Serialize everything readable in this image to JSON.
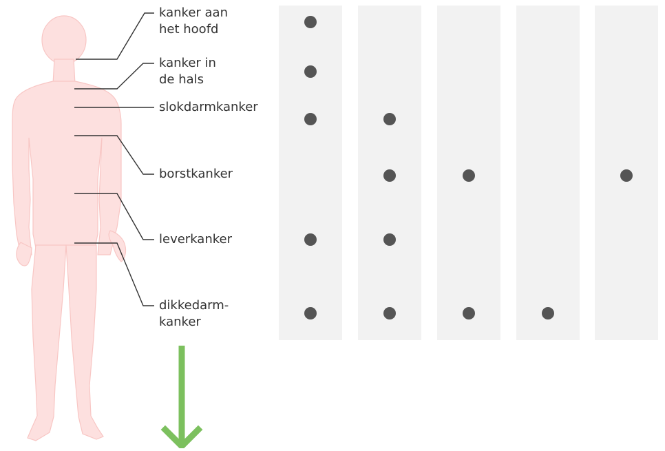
{
  "colors": {
    "body_fill": "#fde0df",
    "body_stroke": "#f8c6c4",
    "column_fill": "#f2f2f2",
    "dot": "#555555",
    "leader_line": "#333333",
    "arrow": "#7cc05e"
  },
  "icons": {
    "figure": "human-body-silhouette",
    "arrow": "down-arrow"
  },
  "labels": [
    {
      "key": "head",
      "lines": [
        "kanker aan",
        "het hoofd"
      ]
    },
    {
      "key": "neck",
      "lines": [
        "kanker in",
        "de hals"
      ]
    },
    {
      "key": "esophagus",
      "lines": [
        "slokdarmkanker"
      ]
    },
    {
      "key": "breast",
      "lines": [
        "borstkanker"
      ]
    },
    {
      "key": "liver",
      "lines": [
        "leverkanker"
      ]
    },
    {
      "key": "colon",
      "lines": [
        "dikkedarm-",
        "kanker"
      ]
    }
  ],
  "matrix": {
    "column_count": 5,
    "rows": [
      "head",
      "neck",
      "esophagus",
      "breast",
      "liver",
      "colon"
    ],
    "marks": [
      [
        true,
        false,
        false,
        false,
        false
      ],
      [
        true,
        false,
        false,
        false,
        false
      ],
      [
        true,
        true,
        false,
        false,
        false
      ],
      [
        false,
        true,
        true,
        false,
        true
      ],
      [
        true,
        true,
        false,
        false,
        false
      ],
      [
        true,
        true,
        true,
        true,
        false
      ]
    ]
  }
}
